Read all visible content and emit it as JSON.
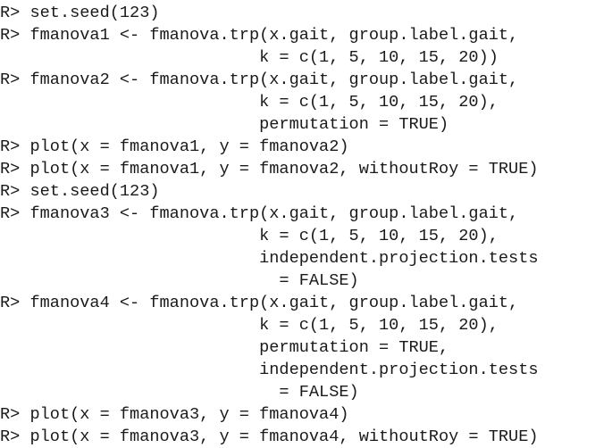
{
  "console": {
    "lines": [
      "R> set.seed(123)",
      "R> fmanova1 <- fmanova.trp(x.gait, group.label.gait,",
      "                          k = c(1, 5, 10, 15, 20))",
      "R> fmanova2 <- fmanova.trp(x.gait, group.label.gait,",
      "                          k = c(1, 5, 10, 15, 20),",
      "                          permutation = TRUE)",
      "R> plot(x = fmanova1, y = fmanova2)",
      "R> plot(x = fmanova1, y = fmanova2, withoutRoy = TRUE)",
      "R> set.seed(123)",
      "R> fmanova3 <- fmanova.trp(x.gait, group.label.gait,",
      "                          k = c(1, 5, 10, 15, 20),",
      "                          independent.projection.tests",
      "                            = FALSE)",
      "R> fmanova4 <- fmanova.trp(x.gait, group.label.gait,",
      "                          k = c(1, 5, 10, 15, 20),",
      "                          permutation = TRUE,",
      "                          independent.projection.tests",
      "                            = FALSE)",
      "R> plot(x = fmanova3, y = fmanova4)",
      "R> plot(x = fmanova3, y = fmanova4, withoutRoy = TRUE)"
    ]
  }
}
